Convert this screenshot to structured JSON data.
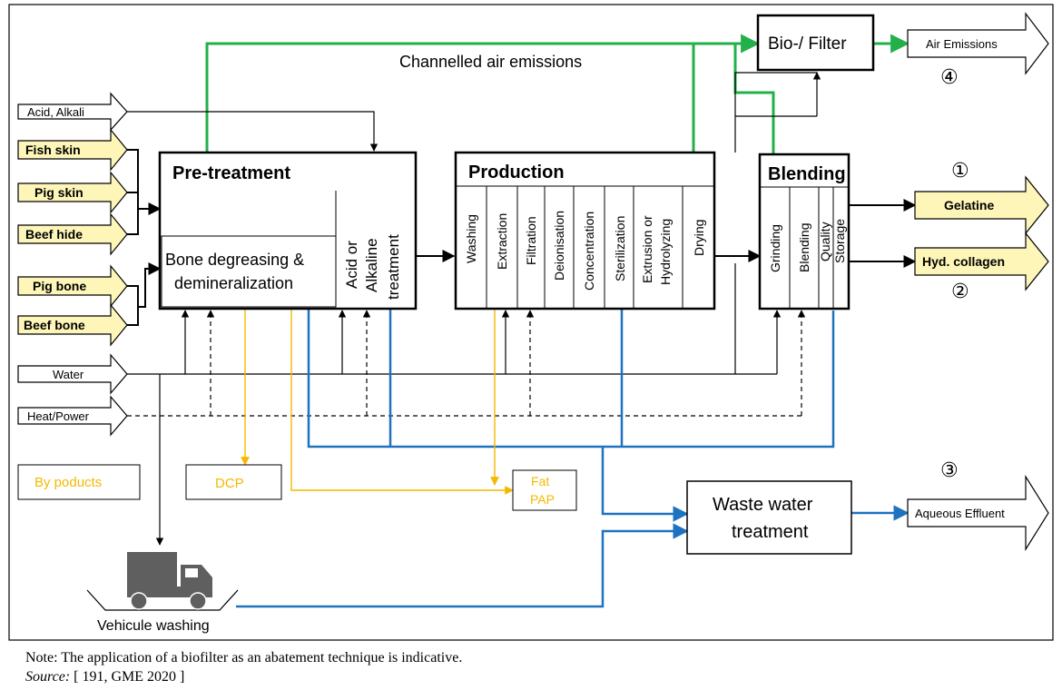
{
  "inputs": {
    "acid_alkali": "Acid, Alkali",
    "fish_skin": "Fish skin",
    "pig_skin": "Pig skin",
    "beef_hide": "Beef hide",
    "pig_bone": "Pig bone",
    "beef_bone": "Beef bone",
    "water": "Water",
    "heat_power": "Heat/Power"
  },
  "channelled_air": "Channelled air emissions",
  "pretreatment": {
    "title": "Pre-treatment",
    "degreasing_line1": "Bone degreasing &",
    "degreasing_line2": "demineralization",
    "acid_line1": "Acid or",
    "acid_line2": "Alkaline",
    "acid_line3": "treatment"
  },
  "production": {
    "title": "Production",
    "steps": [
      "Washing",
      "Extraction",
      "Filtration",
      "Deionisation",
      "Concentration",
      "Sterilization",
      "Extrusion or",
      "Hydrolyzing",
      "Drying"
    ]
  },
  "blending": {
    "title": "Blending",
    "steps": [
      "Grinding",
      "Blending",
      "Quality",
      "Storage"
    ]
  },
  "biofilter": "Bio-/ Filter",
  "outputs": {
    "air_emissions": "Air Emissions",
    "gelatine": "Gelatine",
    "hyd_collagen": "Hyd. collagen",
    "aqueous_effluent": "Aqueous Effluent",
    "num_air": "④",
    "num_gelatine": "①",
    "num_collagen": "②",
    "num_effluent": "③"
  },
  "byproducts": {
    "label": "By poducts",
    "dcp": "DCP",
    "fat": "Fat",
    "pap": "PAP"
  },
  "wastewater_line1": "Waste water",
  "wastewater_line2": "treatment",
  "vehicle_washing": "Vehicule washing",
  "note": "Note: The application of a biofilter as an abatement technique is indicative.",
  "source_label": "Source:",
  "source_text": " [ 191, GME 2020 ]",
  "colors": {
    "green": "#22b04a",
    "blue": "#1f72c0",
    "orange": "#f5b800",
    "yellow_fill": "#fdf6b8",
    "truck": "#5f5f5f"
  }
}
